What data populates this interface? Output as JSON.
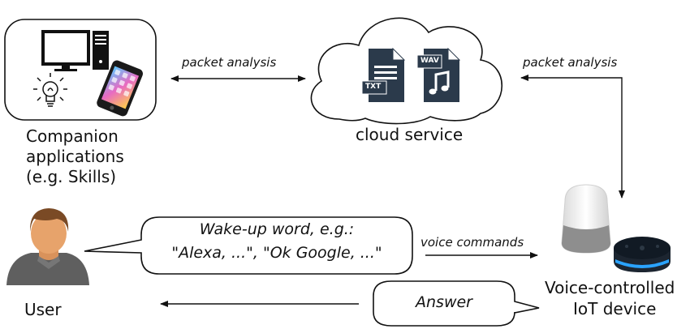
{
  "companion": {
    "label_line1": "Companion",
    "label_line2": "applications",
    "label_line3": "(e.g. Skills)"
  },
  "cloud": {
    "label": "cloud service",
    "file_txt": "TXT",
    "file_wav": "WAV"
  },
  "device": {
    "label_line1": "Voice-controlled",
    "label_line2": "IoT device"
  },
  "user": {
    "label": "User"
  },
  "edges": {
    "packet_left": "packet analysis",
    "packet_right": "packet analysis",
    "voice_commands": "voice commands"
  },
  "speech": {
    "line1": "Wake-up word, e.g.:",
    "line2": "\"Alexa, ...\", \"Ok Google, ...\"",
    "answer": "Answer"
  },
  "colors": {
    "stroke": "#111111",
    "file_fill": "#2b3a4b",
    "skin": "#e7a36b",
    "hair": "#7a4a25",
    "shirt": "#5f5f5f",
    "echo_blue": "#2aa3ff"
  }
}
